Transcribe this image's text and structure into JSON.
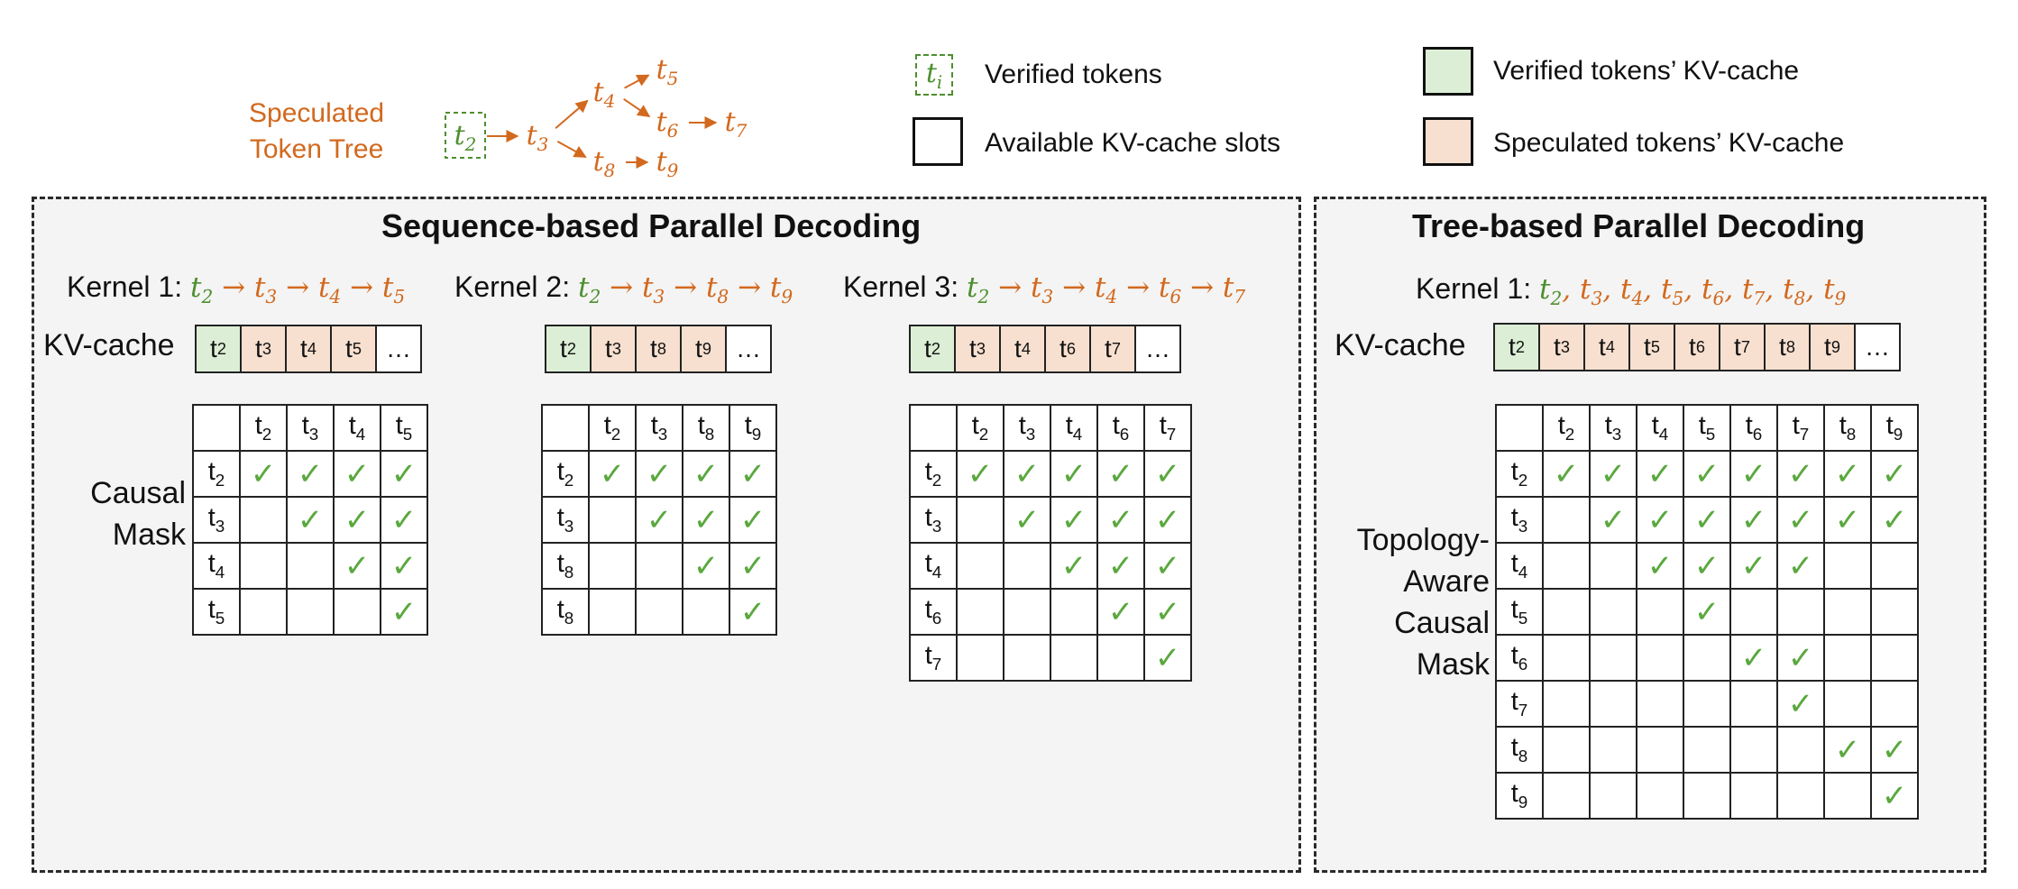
{
  "legend": {
    "tree_label": [
      "Speculated",
      "Token Tree"
    ],
    "verified_tokens": "Verified tokens",
    "available_slots": "Available KV-cache slots",
    "verified_kv": "Verified tokens’ KV-cache",
    "speculated_kv": "Speculated tokens’ KV-cache",
    "ti_symbol": "t",
    "ti_sub": "i"
  },
  "tree": {
    "nodes": [
      {
        "id": "t2",
        "base": "t",
        "sub": "2",
        "verified": true
      },
      {
        "id": "t3",
        "base": "t",
        "sub": "3",
        "verified": false
      },
      {
        "id": "t4",
        "base": "t",
        "sub": "4",
        "verified": false
      },
      {
        "id": "t5",
        "base": "t",
        "sub": "5",
        "verified": false
      },
      {
        "id": "t6",
        "base": "t",
        "sub": "6",
        "verified": false
      },
      {
        "id": "t7",
        "base": "t",
        "sub": "7",
        "verified": false
      },
      {
        "id": "t8",
        "base": "t",
        "sub": "8",
        "verified": false
      },
      {
        "id": "t9",
        "base": "t",
        "sub": "9",
        "verified": false
      }
    ],
    "edges": [
      [
        "t2",
        "t3"
      ],
      [
        "t3",
        "t4"
      ],
      [
        "t3",
        "t8"
      ],
      [
        "t4",
        "t5"
      ],
      [
        "t4",
        "t6"
      ],
      [
        "t6",
        "t7"
      ],
      [
        "t8",
        "t9"
      ]
    ]
  },
  "sequence_panel": {
    "title": "Sequence-based Parallel Decoding",
    "kv_label": "KV-cache",
    "mask_label": [
      "Causal",
      "Mask"
    ],
    "kernels": [
      {
        "label": "Kernel 1:",
        "tokens": [
          "2",
          "3",
          "4",
          "5"
        ],
        "kv": [
          {
            "t": "2",
            "k": "v"
          },
          {
            "t": "3",
            "k": "s"
          },
          {
            "t": "4",
            "k": "s"
          },
          {
            "t": "5",
            "k": "s"
          },
          {
            "t": "…",
            "k": "e"
          }
        ],
        "cols": [
          "2",
          "3",
          "4",
          "5"
        ],
        "rows": [
          "2",
          "3",
          "4",
          "5"
        ],
        "mask": [
          [
            1,
            1,
            1,
            1
          ],
          [
            0,
            1,
            1,
            1
          ],
          [
            0,
            0,
            1,
            1
          ],
          [
            0,
            0,
            0,
            1
          ]
        ]
      },
      {
        "label": "Kernel 2:",
        "tokens": [
          "2",
          "3",
          "8",
          "9"
        ],
        "kv": [
          {
            "t": "2",
            "k": "v"
          },
          {
            "t": "3",
            "k": "s"
          },
          {
            "t": "8",
            "k": "s"
          },
          {
            "t": "9",
            "k": "s"
          },
          {
            "t": "…",
            "k": "e"
          }
        ],
        "cols": [
          "2",
          "3",
          "8",
          "9"
        ],
        "rows": [
          "2",
          "3",
          "8",
          "8"
        ],
        "mask": [
          [
            1,
            1,
            1,
            1
          ],
          [
            0,
            1,
            1,
            1
          ],
          [
            0,
            0,
            1,
            1
          ],
          [
            0,
            0,
            0,
            1
          ]
        ]
      },
      {
        "label": "Kernel 3:",
        "tokens": [
          "2",
          "3",
          "4",
          "6",
          "7"
        ],
        "kv": [
          {
            "t": "2",
            "k": "v"
          },
          {
            "t": "3",
            "k": "s"
          },
          {
            "t": "4",
            "k": "s"
          },
          {
            "t": "6",
            "k": "s"
          },
          {
            "t": "7",
            "k": "s"
          },
          {
            "t": "…",
            "k": "e"
          }
        ],
        "cols": [
          "2",
          "3",
          "4",
          "6",
          "7"
        ],
        "rows": [
          "2",
          "3",
          "4",
          "6",
          "7"
        ],
        "mask": [
          [
            1,
            1,
            1,
            1,
            1
          ],
          [
            0,
            1,
            1,
            1,
            1
          ],
          [
            0,
            0,
            1,
            1,
            1
          ],
          [
            0,
            0,
            0,
            1,
            1
          ],
          [
            0,
            0,
            0,
            0,
            1
          ]
        ]
      }
    ]
  },
  "tree_panel": {
    "title": "Tree-based Parallel Decoding",
    "kv_label": "KV-cache",
    "mask_label": [
      "Topology-",
      "Aware",
      "Causal",
      "Mask"
    ],
    "kernel": {
      "label": "Kernel 1:",
      "tokens": [
        "2",
        "3",
        "4",
        "5",
        "6",
        "7",
        "8",
        "9"
      ],
      "kv": [
        {
          "t": "2",
          "k": "v"
        },
        {
          "t": "3",
          "k": "s"
        },
        {
          "t": "4",
          "k": "s"
        },
        {
          "t": "5",
          "k": "s"
        },
        {
          "t": "6",
          "k": "s"
        },
        {
          "t": "7",
          "k": "s"
        },
        {
          "t": "8",
          "k": "s"
        },
        {
          "t": "9",
          "k": "s"
        },
        {
          "t": "…",
          "k": "e"
        }
      ],
      "cols": [
        "2",
        "3",
        "4",
        "5",
        "6",
        "7",
        "8",
        "9"
      ],
      "rows": [
        "2",
        "3",
        "4",
        "5",
        "6",
        "7",
        "8",
        "9"
      ],
      "mask": [
        [
          1,
          1,
          1,
          1,
          1,
          1,
          1,
          1
        ],
        [
          0,
          1,
          1,
          1,
          1,
          1,
          1,
          1
        ],
        [
          0,
          0,
          1,
          1,
          1,
          1,
          0,
          0
        ],
        [
          0,
          0,
          0,
          1,
          0,
          0,
          0,
          0
        ],
        [
          0,
          0,
          0,
          0,
          1,
          1,
          0,
          0
        ],
        [
          0,
          0,
          0,
          0,
          0,
          1,
          0,
          0
        ],
        [
          0,
          0,
          0,
          0,
          0,
          0,
          1,
          1
        ],
        [
          0,
          0,
          0,
          0,
          0,
          0,
          0,
          1
        ]
      ]
    }
  },
  "colors": {
    "verified_fill": "#dcefd6",
    "speculated_fill": "#f8e0d0",
    "verified_text": "#4d8f2f",
    "speculated_text": "#d2691e",
    "check": "#5aa83e"
  },
  "symbols": {
    "arrow": "→",
    "check": "✓",
    "token_base": "t"
  }
}
